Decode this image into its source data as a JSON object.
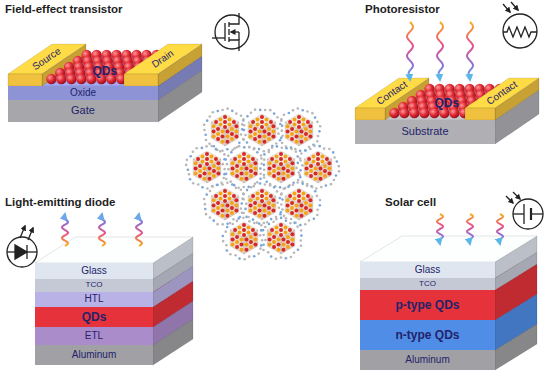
{
  "diagram": {
    "nodes": [
      {
        "text": [
          "Source"
        ]
      },
      {
        "text": [
          "Drain"
        ]
      },
      {
        "text": [
          "QDs"
        ]
      },
      {
        "text": [
          "Oxide"
        ]
      },
      {
        "text": [
          "Gate"
        ]
      },
      {
        "text": [
          "Contact"
        ]
      },
      {
        "text": [
          "Contact"
        ]
      },
      {
        "text": [
          "QDs"
        ]
      },
      {
        "text": [
          "Substrate"
        ]
      },
      {
        "text": [
          "Glass"
        ]
      },
      {
        "text": [
          "TCO"
        ]
      },
      {
        "text": [
          "HTL"
        ]
      },
      {
        "text": [
          "QDs"
        ]
      },
      {
        "text": [
          "ETL"
        ]
      },
      {
        "text": [
          "Aluminum"
        ]
      },
      {
        "text": [
          "Glass"
        ]
      },
      {
        "text": [
          "TCO"
        ]
      },
      {
        "text": [
          "p-type QDs"
        ]
      },
      {
        "text": [
          "n-type QDs"
        ]
      },
      {
        "text": [
          "Aluminum"
        ]
      }
    ],
    "labels": [
      "Field-effect transistor",
      "Photoresistor",
      "Light-emitting diode",
      "Solar cell"
    ]
  }
}
